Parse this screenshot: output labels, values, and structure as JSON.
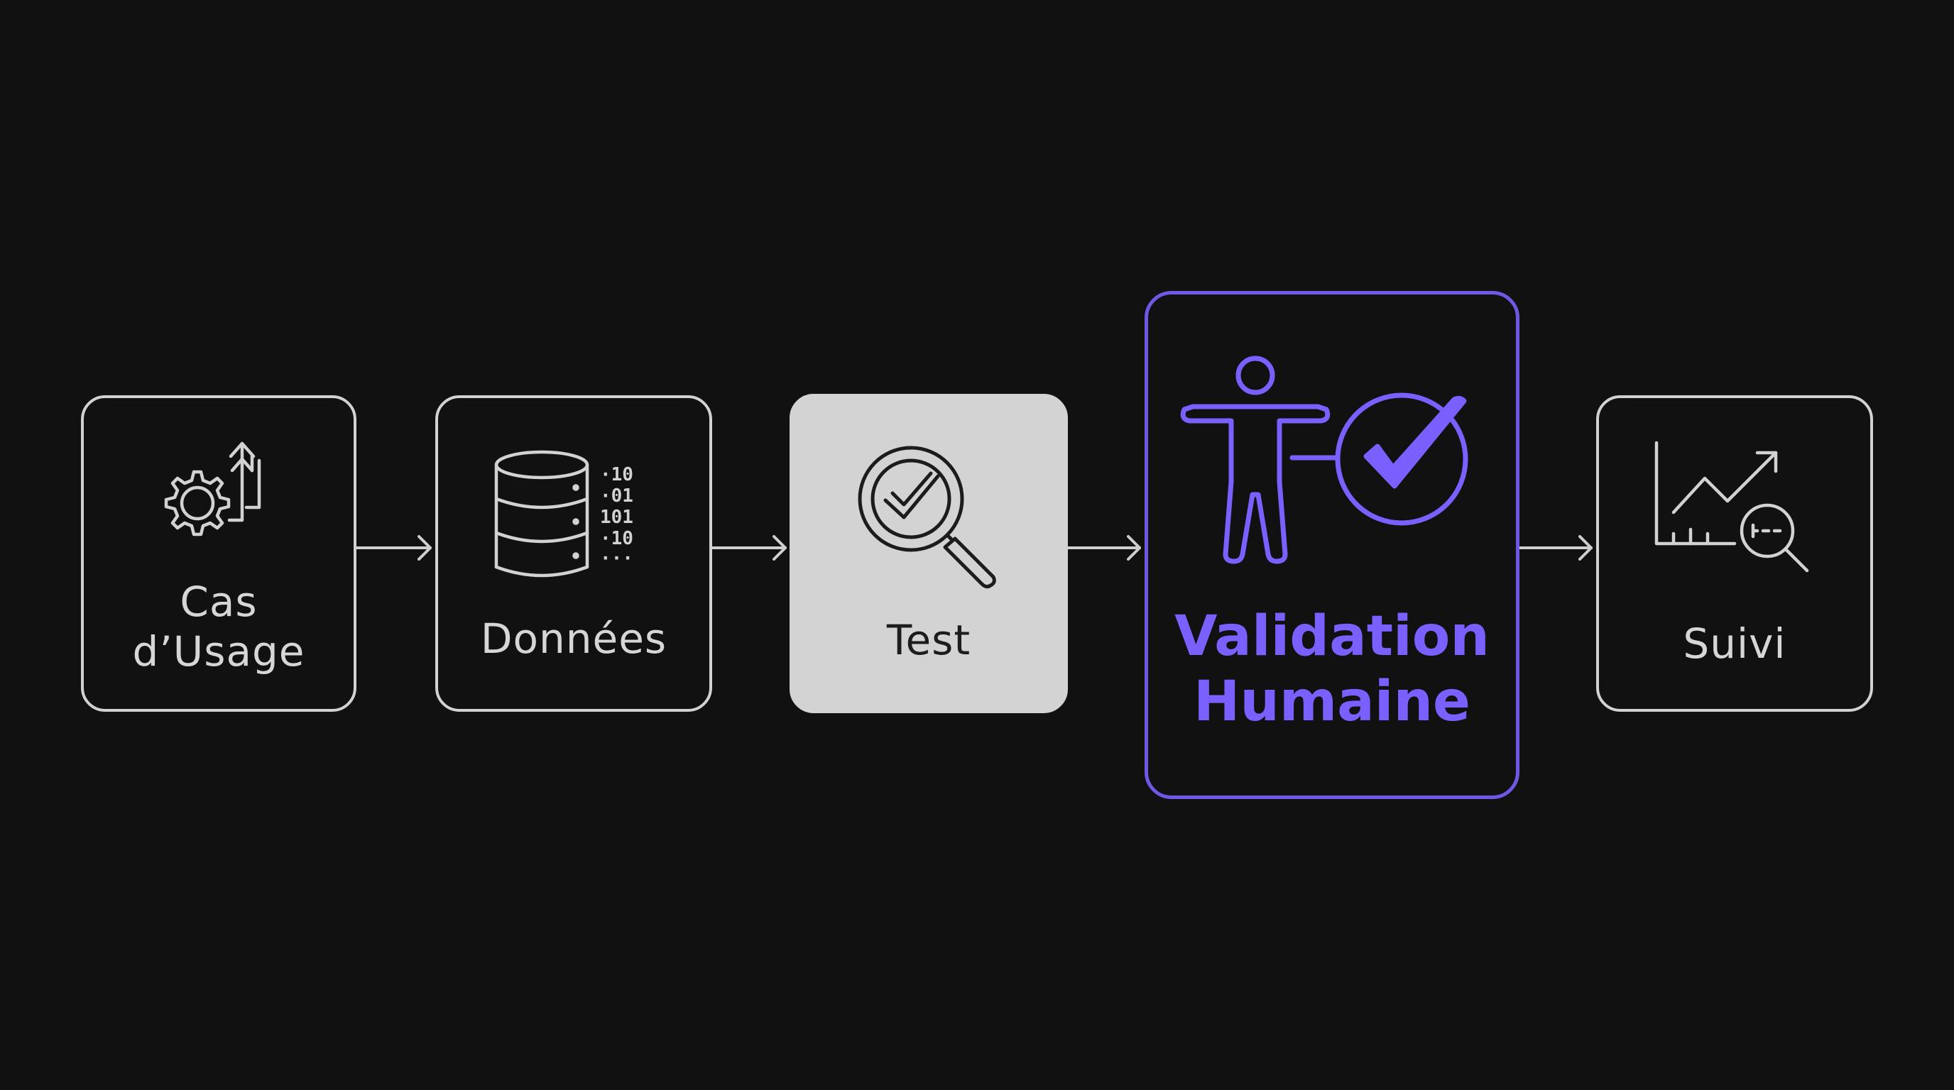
{
  "steps": [
    {
      "id": "cas-usage",
      "label": "Cas\nd’Usage",
      "icon": "gear-arrow-up-icon"
    },
    {
      "id": "donnees",
      "label": "Données",
      "icon": "database-binary-icon"
    },
    {
      "id": "test",
      "label": "Test",
      "icon": "magnifier-check-icon",
      "highlighted": true
    },
    {
      "id": "validation-humaine",
      "label": "Validation\nHumaine",
      "icon": "person-check-icon",
      "active": true
    },
    {
      "id": "suivi",
      "label": "Suivi",
      "icon": "chart-magnifier-icon"
    }
  ],
  "colors": {
    "background": "#111111",
    "stroke": "#d2d2d2",
    "accent": "#7b60ff",
    "highlight_fill": "#d3d3d3"
  }
}
